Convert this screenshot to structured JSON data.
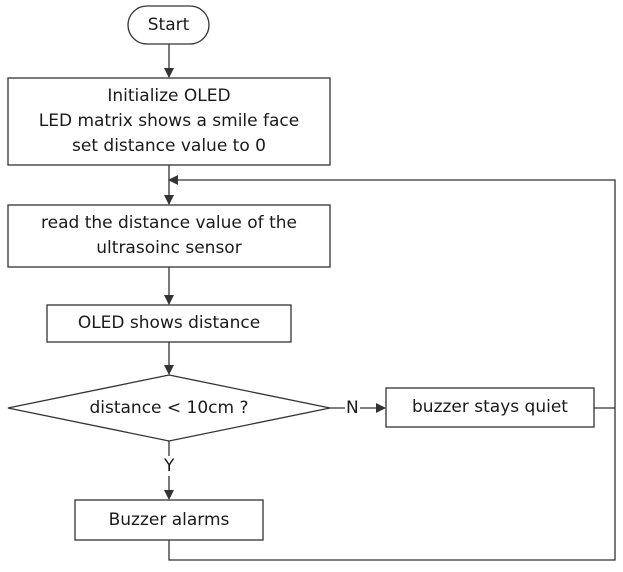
{
  "nodes": {
    "start": "Start",
    "init": "Initialize OLED\nLED matrix shows a smile face\nset distance value to 0",
    "read": "read the distance value of the\nultrasoinc sensor",
    "show": "OLED shows distance",
    "decision": "distance < 10cm  ?",
    "quiet": "buzzer stays quiet",
    "alarm": "Buzzer alarms"
  },
  "edges": {
    "no_label": "N",
    "yes_label": "Y"
  },
  "colors": {
    "line": "#333333",
    "fill": "#ffffff"
  }
}
